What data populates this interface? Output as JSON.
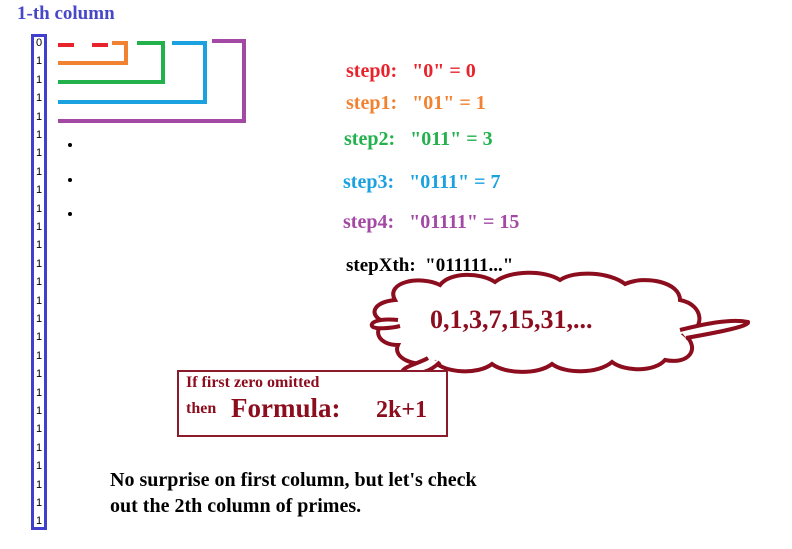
{
  "title": "1-th column",
  "column_digits": [
    "0",
    "1",
    "1",
    "1",
    "1",
    "1",
    "1",
    "1",
    "1",
    "1",
    "1",
    "1",
    "1",
    "1",
    "1",
    "1",
    "1",
    "1",
    "1",
    "1",
    "1",
    "1",
    "1",
    "1",
    "1",
    "1",
    "1"
  ],
  "steps": [
    {
      "label": "step0:",
      "value": "\"0\" = 0",
      "color": "#e8232b"
    },
    {
      "label": "step1:",
      "value": "\"01\" = 1",
      "color": "#f08232"
    },
    {
      "label": "step2:",
      "value": "\"011\" = 3",
      "color": "#22b14c"
    },
    {
      "label": "step3:",
      "value": "\"0111\" = 7",
      "color": "#1aa1e0"
    },
    {
      "label": "step4:",
      "value": "\"01111\" = 15",
      "color": "#a349a4"
    }
  ],
  "stepx": {
    "label": "stepXth:",
    "value": "\"011111...\""
  },
  "sequence": "0,1,3,7,15,31,...",
  "formula_box": {
    "line1": "If first zero omitted",
    "then": "then",
    "formula_label": "Formula:",
    "formula_expr": "2k+1"
  },
  "note": {
    "line1": "No surprise on first column, but let's check",
    "line2": "out the 2th column of primes."
  },
  "colors": {
    "title": "#4747c8",
    "column_border": "#4040cc",
    "cloud": "#8b0d1e"
  }
}
